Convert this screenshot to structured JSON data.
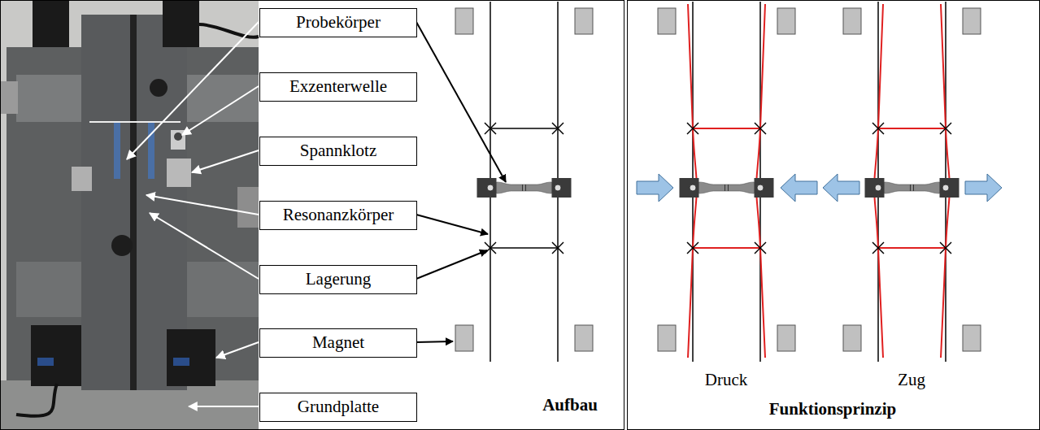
{
  "diagram": {
    "nodes": [
      {
        "text": [
          "Aufbau"
        ]
      },
      {
        "text": [
          "Probekörper"
        ],
        "in": 0
      },
      {
        "text": [
          "Exzenterwelle"
        ],
        "in": 0
      },
      {
        "text": [
          "Spannklotz"
        ],
        "in": 0
      },
      {
        "text": [
          "Resonanzkörper"
        ],
        "in": 0
      },
      {
        "text": [
          "Lagerung"
        ],
        "in": 0
      },
      {
        "text": [
          "Magnet"
        ],
        "in": 0
      },
      {
        "text": [
          "Grundplatte"
        ],
        "in": 0
      },
      {
        "text": [
          "Funktionsprinzip"
        ]
      }
    ],
    "labels": [
      "Druck",
      "Zug"
    ]
  }
}
